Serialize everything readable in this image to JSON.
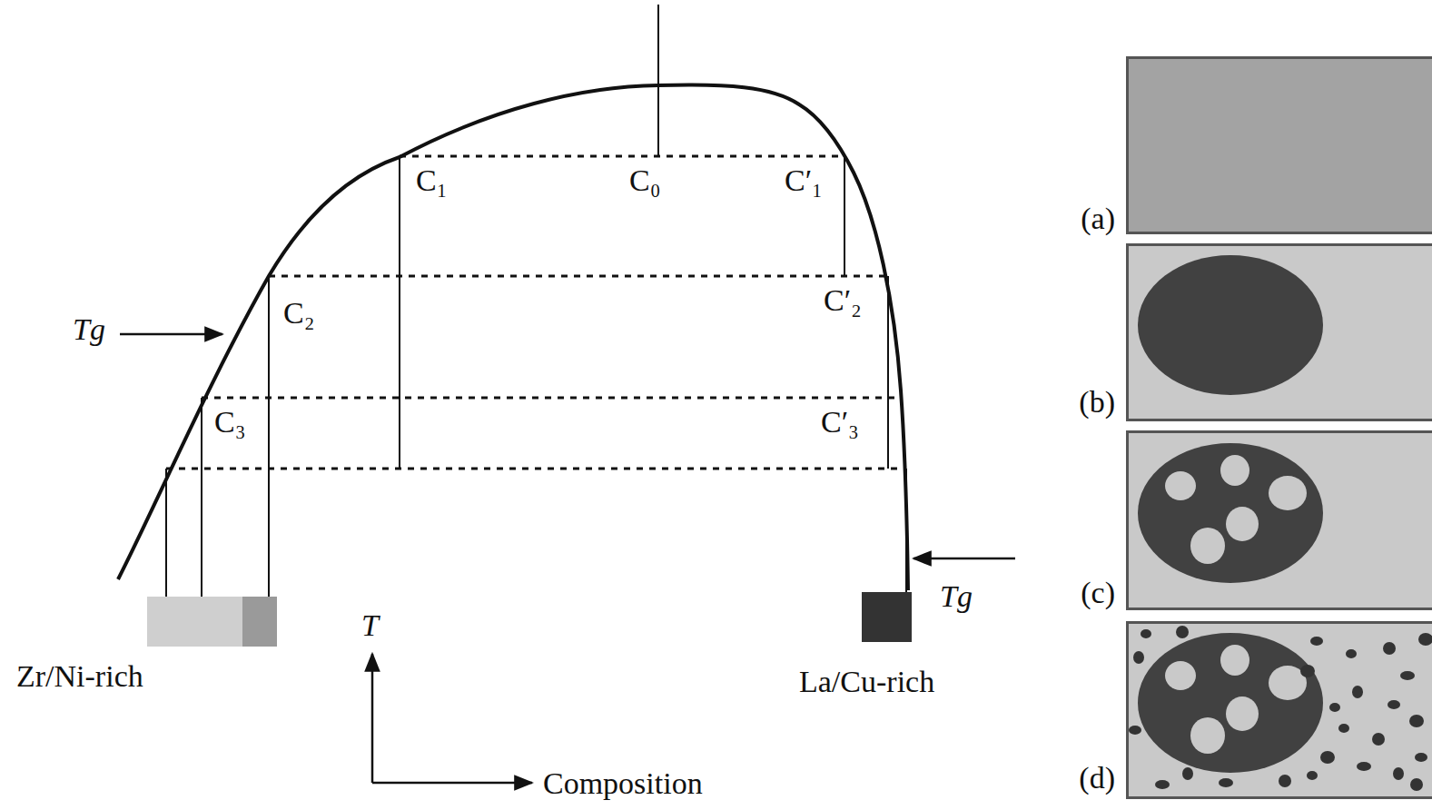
{
  "diagram": {
    "nodes": [
      {
        "text": [
          "Zr/Ni-rich"
        ]
      },
      {
        "text": [
          "La/Cu-rich"
        ]
      },
      {
        "text": [
          "(a)"
        ]
      },
      {
        "text": [
          "(b)"
        ]
      },
      {
        "text": [
          "(c)"
        ]
      },
      {
        "text": [
          "(d)"
        ]
      }
    ],
    "labels": [
      "C₁",
      "C₀",
      "C′₁",
      "C₂",
      "C′₂",
      "C₃",
      "C′₃",
      "Tg",
      "Tg",
      "T",
      "Composition"
    ]
  }
}
